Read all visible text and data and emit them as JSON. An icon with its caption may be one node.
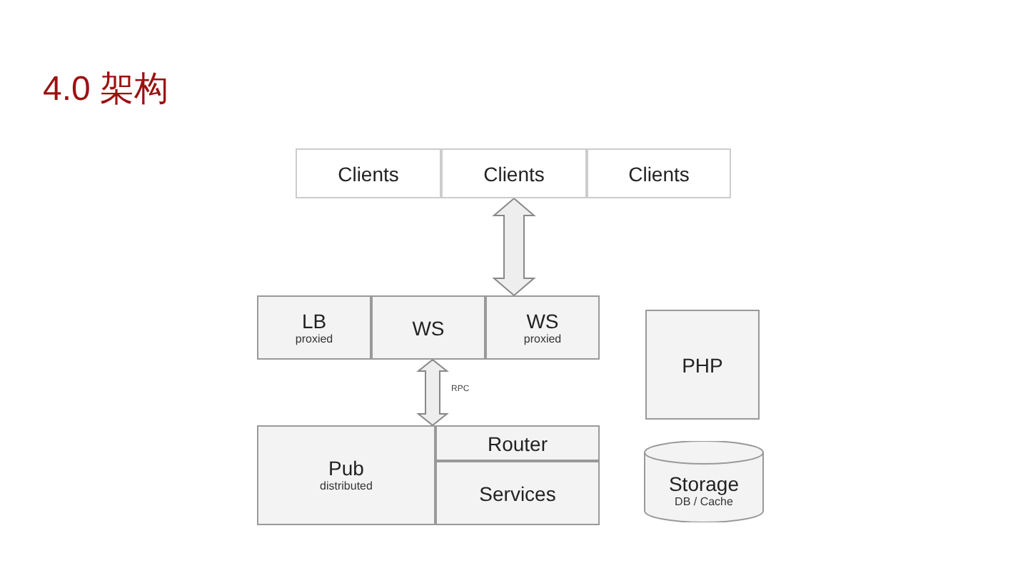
{
  "diagram": {
    "title": "4.0 架构",
    "nodes": [
      {
        "text": [
          "Clients"
        ]
      },
      {
        "text": [
          "Clients"
        ]
      },
      {
        "text": [
          "Clients"
        ]
      },
      {
        "text": [
          "LB",
          "proxied"
        ]
      },
      {
        "text": [
          "WS"
        ]
      },
      {
        "text": [
          "WS",
          "proxied"
        ]
      },
      {
        "text": [
          "PHP"
        ]
      },
      {
        "text": [
          "Pub",
          "distributed"
        ]
      },
      {
        "text": [
          "Router"
        ]
      },
      {
        "text": [
          "Services"
        ]
      },
      {
        "text": [
          "Storage",
          "DB / Cache"
        ]
      }
    ],
    "edges": [
      {
        "from": 1,
        "to": 4,
        "arrow": "both"
      },
      {
        "from": 4,
        "to": 7,
        "arrow": "both",
        "label": "RPC"
      }
    ]
  }
}
